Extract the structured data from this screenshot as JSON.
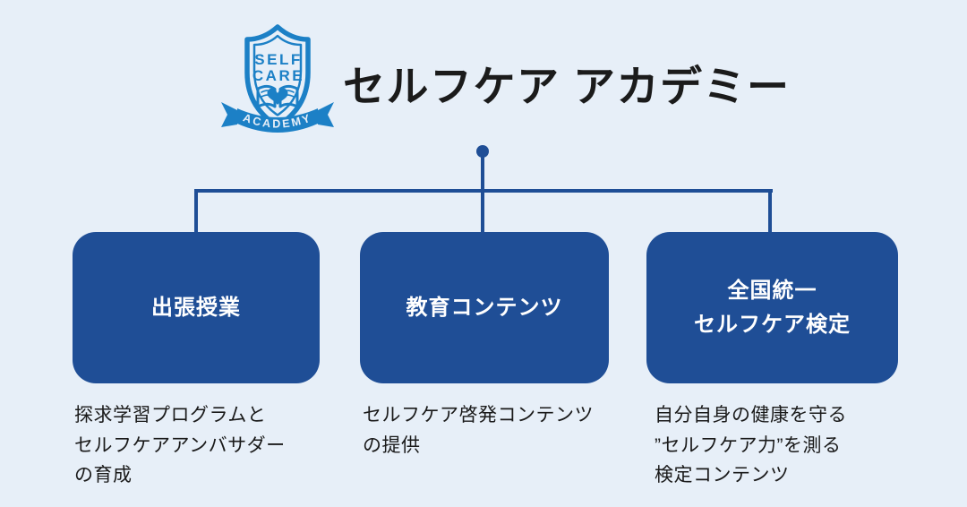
{
  "page": {
    "background_color": "#E7EFF8",
    "title": "セルフケア アカデミー"
  },
  "colors": {
    "node_box": "#1F4E96",
    "connector": "#1F4E96",
    "logo_blue": "#1C80C6",
    "title_text": "#1B1B1B",
    "box_text": "#FFFFFF",
    "description_text": "#1A1A1A"
  },
  "logo": {
    "shield_line1": "SELF",
    "shield_line2": "CARE",
    "banner": "ACADEMY"
  },
  "diagram": {
    "nodes": [
      {
        "label": "出張授業",
        "description": "探求学習プログラムと\nセルフケアアンバサダー\nの育成"
      },
      {
        "label": "教育コンテンツ",
        "description": "セルフケア啓発コンテンツ\nの提供"
      },
      {
        "label": "全国統一\nセルフケア検定",
        "description": "自分自身の健康を守る\n”セルフケア力”を測る\n検定コンテンツ"
      }
    ]
  }
}
